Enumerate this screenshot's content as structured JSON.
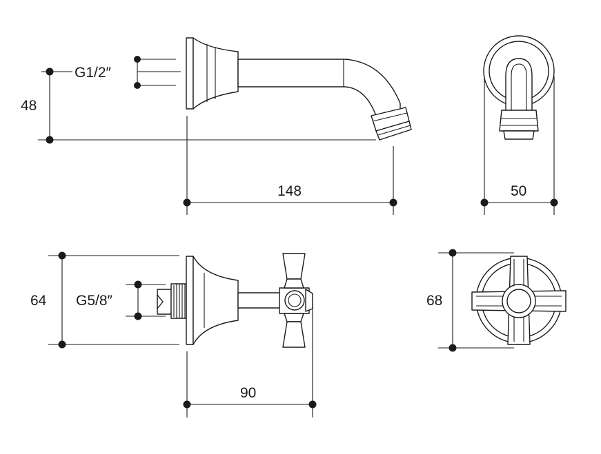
{
  "labels": {
    "spout_thread": "G1/2″",
    "spout_height": "48",
    "spout_length": "148",
    "spout_width": "50",
    "valve_thread": "G5/8″",
    "valve_height": "64",
    "valve_length": "90",
    "handle_width": "68"
  }
}
